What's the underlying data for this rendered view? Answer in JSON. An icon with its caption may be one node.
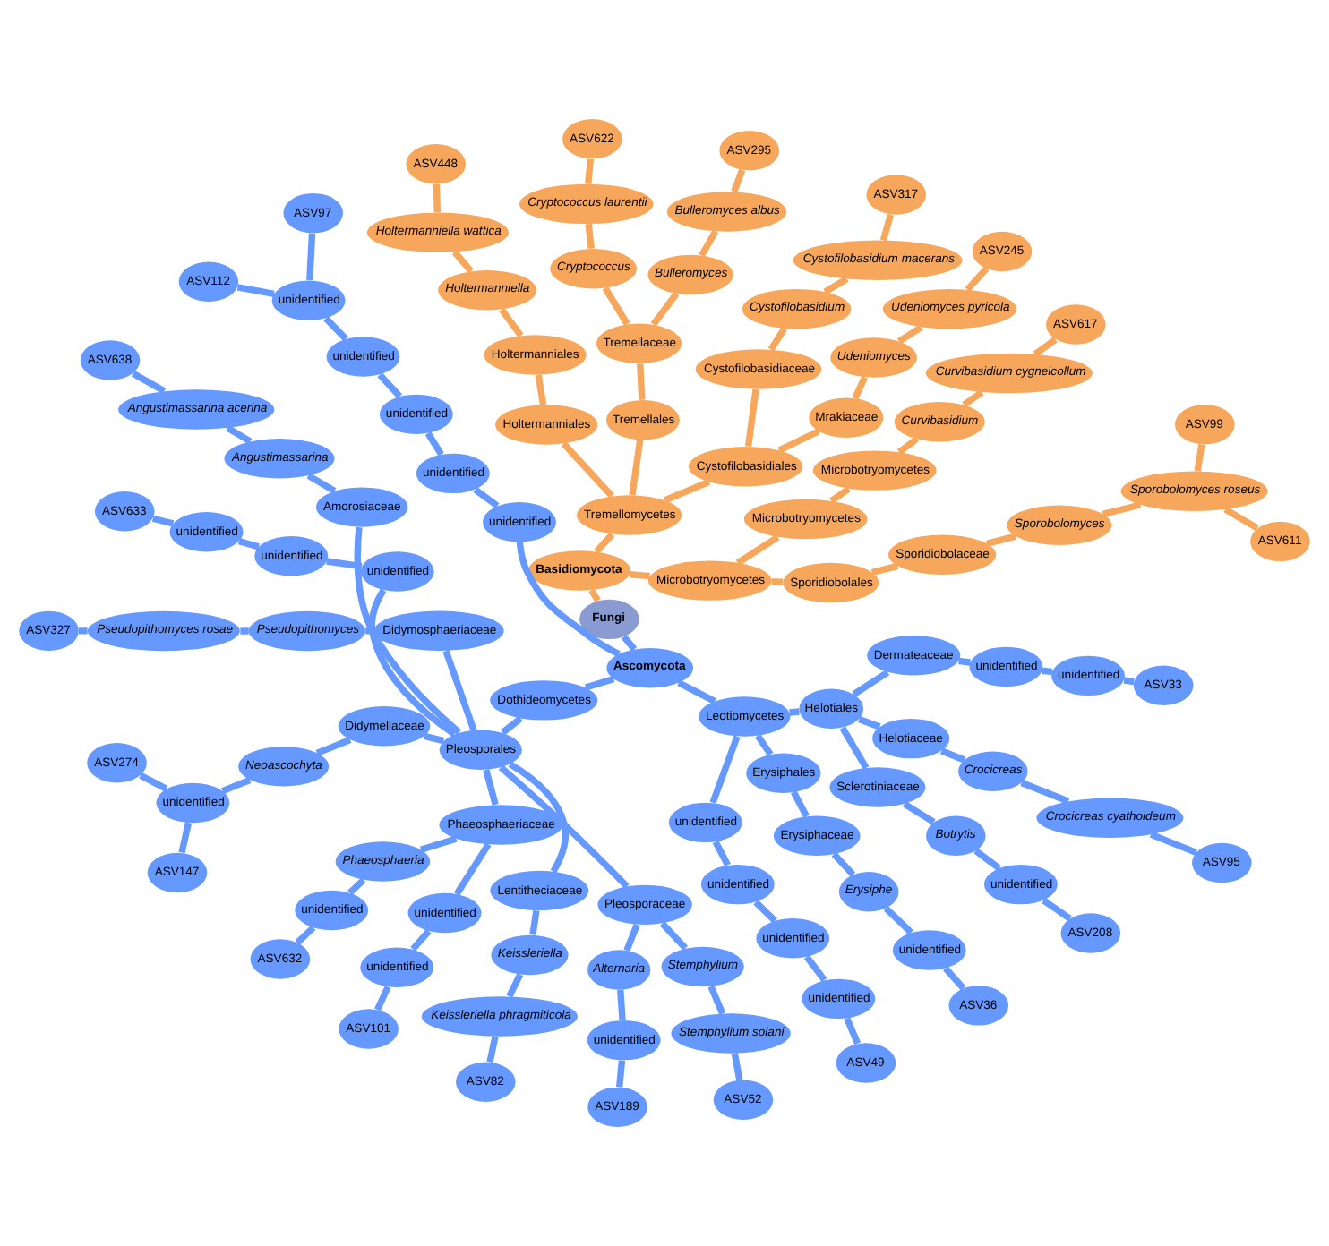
{
  "diagram": {
    "nodes": [
      {
        "text": [
          "Fungi"
        ]
      },
      {
        "text": [
          "Basidiomycota"
        ]
      },
      {
        "text": [
          "Microbotryomycetes"
        ]
      },
      {
        "text": [
          "Sporidiobolales"
        ]
      },
      {
        "text": [
          "Sporidiobolaceae"
        ]
      },
      {
        "text": [
          "Sporobolomyces"
        ]
      },
      {
        "text": [
          "Sporobolomyces roseus"
        ]
      },
      {
        "text": [
          "ASV611"
        ]
      },
      {
        "text": [
          "ASV99"
        ]
      },
      {
        "text": [
          "Microbotryomycetes"
        ]
      },
      {
        "text": [
          "Microbotryomycetes"
        ]
      },
      {
        "text": [
          "Curvibasidium"
        ]
      },
      {
        "text": [
          "Curvibasidium cygneicollum"
        ]
      },
      {
        "text": [
          "ASV617"
        ]
      },
      {
        "text": [
          "Tremellomycetes"
        ]
      },
      {
        "text": [
          "Cystofilobasidiales"
        ]
      },
      {
        "text": [
          "Mrakiaceae"
        ]
      },
      {
        "text": [
          "Udeniomyces"
        ]
      },
      {
        "text": [
          "Udeniomyces pyricola"
        ]
      },
      {
        "text": [
          "ASV245"
        ]
      },
      {
        "text": [
          "Cystofilobasidiaceae"
        ]
      },
      {
        "text": [
          "Cystofilobasidium"
        ]
      },
      {
        "text": [
          "Cystofilobasidium macerans"
        ]
      },
      {
        "text": [
          "ASV317"
        ]
      },
      {
        "text": [
          "Tremellales"
        ]
      },
      {
        "text": [
          "Tremellaceae"
        ]
      },
      {
        "text": [
          "Bulleromyces"
        ]
      },
      {
        "text": [
          "Bulleromyces albus"
        ]
      },
      {
        "text": [
          "ASV295"
        ]
      },
      {
        "text": [
          "Cryptococcus"
        ]
      },
      {
        "text": [
          "Cryptococcus laurentii"
        ]
      },
      {
        "text": [
          "ASV622"
        ]
      },
      {
        "text": [
          "Holtermanniales"
        ]
      },
      {
        "text": [
          "Holtermanniales"
        ]
      },
      {
        "text": [
          "Holtermanniella"
        ]
      },
      {
        "text": [
          "Holtermanniella wattica"
        ]
      },
      {
        "text": [
          "ASV448"
        ]
      },
      {
        "text": [
          "Ascomycota"
        ]
      },
      {
        "text": [
          "unidentified"
        ]
      },
      {
        "text": [
          "unidentified"
        ]
      },
      {
        "text": [
          "unidentified"
        ]
      },
      {
        "text": [
          "unidentified"
        ]
      },
      {
        "text": [
          "unidentified"
        ]
      },
      {
        "text": [
          "ASV97"
        ]
      },
      {
        "text": [
          "ASV112"
        ]
      },
      {
        "text": [
          "Dothideomycetes"
        ]
      },
      {
        "text": [
          "Pleosporales"
        ]
      },
      {
        "text": [
          "Amorosiaceae"
        ]
      },
      {
        "text": [
          "Angustimassarina"
        ]
      },
      {
        "text": [
          "Angustimassarina acerina"
        ]
      },
      {
        "text": [
          "ASV638"
        ]
      },
      {
        "text": [
          "unidentified"
        ]
      },
      {
        "text": [
          "unidentified"
        ]
      },
      {
        "text": [
          "unidentified"
        ]
      },
      {
        "text": [
          "ASV633"
        ]
      },
      {
        "text": [
          "Didymosphaeriaceae"
        ]
      },
      {
        "text": [
          "Pseudopithomyces"
        ]
      },
      {
        "text": [
          "Pseudopithomyces rosae"
        ]
      },
      {
        "text": [
          "ASV327"
        ]
      },
      {
        "text": [
          "Didymellaceae"
        ]
      },
      {
        "text": [
          "Neoascochyta"
        ]
      },
      {
        "text": [
          "unidentified"
        ]
      },
      {
        "text": [
          "ASV274"
        ]
      },
      {
        "text": [
          "ASV147"
        ]
      },
      {
        "text": [
          "Phaeosphaeriaceae"
        ]
      },
      {
        "text": [
          "Phaeosphaeria"
        ]
      },
      {
        "text": [
          "unidentified"
        ]
      },
      {
        "text": [
          "ASV632"
        ]
      },
      {
        "text": [
          "unidentified"
        ]
      },
      {
        "text": [
          "unidentified"
        ]
      },
      {
        "text": [
          "ASV101"
        ]
      },
      {
        "text": [
          "Lentitheciaceae"
        ]
      },
      {
        "text": [
          "Keissleriella"
        ]
      },
      {
        "text": [
          "Keissleriella phragmiticola"
        ]
      },
      {
        "text": [
          "ASV82"
        ]
      },
      {
        "text": [
          "Pleosporaceae"
        ]
      },
      {
        "text": [
          "Alternaria"
        ]
      },
      {
        "text": [
          "unidentified"
        ]
      },
      {
        "text": [
          "ASV189"
        ]
      },
      {
        "text": [
          "Stemphylium"
        ]
      },
      {
        "text": [
          "Stemphylium solani"
        ]
      },
      {
        "text": [
          "ASV52"
        ]
      },
      {
        "text": [
          "Leotiomycetes"
        ]
      },
      {
        "text": [
          "unidentified"
        ]
      },
      {
        "text": [
          "unidentified"
        ]
      },
      {
        "text": [
          "unidentified"
        ]
      },
      {
        "text": [
          "unidentified"
        ]
      },
      {
        "text": [
          "ASV49"
        ]
      },
      {
        "text": [
          "Erysiphales"
        ]
      },
      {
        "text": [
          "Erysiphaceae"
        ]
      },
      {
        "text": [
          "Erysiphe"
        ]
      },
      {
        "text": [
          "unidentified"
        ]
      },
      {
        "text": [
          "ASV36"
        ]
      },
      {
        "text": [
          "Helotiales"
        ]
      },
      {
        "text": [
          "Sclerotiniaceae"
        ]
      },
      {
        "text": [
          "Botrytis"
        ]
      },
      {
        "text": [
          "unidentified"
        ]
      },
      {
        "text": [
          "ASV208"
        ]
      },
      {
        "text": [
          "Helotiaceae"
        ]
      },
      {
        "text": [
          "Crocicreas"
        ]
      },
      {
        "text": [
          "Crocicreas cyathoideum"
        ]
      },
      {
        "text": [
          "ASV95"
        ]
      },
      {
        "text": [
          "Dermateaceae"
        ]
      },
      {
        "text": [
          "unidentified"
        ]
      },
      {
        "text": [
          "unidentified"
        ]
      },
      {
        "text": [
          "ASV33"
        ]
      }
    ],
    "edges": [
      {
        "from": 0,
        "to": 1,
        "arrow": "none",
        "color": "#f7a75c"
      },
      {
        "from": 1,
        "to": 2,
        "arrow": "none",
        "color": "#f7a75c"
      },
      {
        "from": 2,
        "to": 3,
        "arrow": "none",
        "color": "#f7a75c"
      },
      {
        "from": 3,
        "to": 4,
        "arrow": "none",
        "color": "#f7a75c"
      },
      {
        "from": 4,
        "to": 5,
        "arrow": "none",
        "color": "#f7a75c"
      },
      {
        "from": 5,
        "to": 6,
        "arrow": "none",
        "color": "#f7a75c"
      },
      {
        "from": 6,
        "to": 7,
        "arrow": "none",
        "color": "#f7a75c"
      },
      {
        "from": 6,
        "to": 8,
        "arrow": "none",
        "color": "#f7a75c"
      },
      {
        "from": 2,
        "to": 9,
        "arrow": "none",
        "color": "#f7a75c"
      },
      {
        "from": 9,
        "to": 10,
        "arrow": "none",
        "color": "#f7a75c"
      },
      {
        "from": 10,
        "to": 11,
        "arrow": "none",
        "color": "#f7a75c"
      },
      {
        "from": 11,
        "to": 12,
        "arrow": "none",
        "color": "#f7a75c"
      },
      {
        "from": 12,
        "to": 13,
        "arrow": "none",
        "color": "#f7a75c"
      },
      {
        "from": 1,
        "to": 14,
        "arrow": "none",
        "color": "#f7a75c"
      },
      {
        "from": 14,
        "to": 15,
        "arrow": "none",
        "color": "#f7a75c"
      },
      {
        "from": 15,
        "to": 16,
        "arrow": "none",
        "color": "#f7a75c"
      },
      {
        "from": 16,
        "to": 17,
        "arrow": "none",
        "color": "#f7a75c"
      },
      {
        "from": 17,
        "to": 18,
        "arrow": "none",
        "color": "#f7a75c"
      },
      {
        "from": 18,
        "to": 19,
        "arrow": "none",
        "color": "#f7a75c"
      },
      {
        "from": 15,
        "to": 20,
        "arrow": "none",
        "color": "#f7a75c"
      },
      {
        "from": 20,
        "to": 21,
        "arrow": "none",
        "color": "#f7a75c"
      },
      {
        "from": 21,
        "to": 22,
        "arrow": "none",
        "color": "#f7a75c"
      },
      {
        "from": 22,
        "to": 23,
        "arrow": "none",
        "color": "#f7a75c"
      },
      {
        "from": 14,
        "to": 24,
        "arrow": "none",
        "color": "#f7a75c"
      },
      {
        "from": 24,
        "to": 25,
        "arrow": "none",
        "color": "#f7a75c"
      },
      {
        "from": 25,
        "to": 26,
        "arrow": "none",
        "color": "#f7a75c"
      },
      {
        "from": 26,
        "to": 27,
        "arrow": "none",
        "color": "#f7a75c"
      },
      {
        "from": 27,
        "to": 28,
        "arrow": "none",
        "color": "#f7a75c"
      },
      {
        "from": 25,
        "to": 29,
        "arrow": "none",
        "color": "#f7a75c"
      },
      {
        "from": 29,
        "to": 30,
        "arrow": "none",
        "color": "#f7a75c"
      },
      {
        "from": 30,
        "to": 31,
        "arrow": "none",
        "color": "#f7a75c"
      },
      {
        "from": 14,
        "to": 32,
        "arrow": "none",
        "color": "#f7a75c"
      },
      {
        "from": 32,
        "to": 33,
        "arrow": "none",
        "color": "#f7a75c"
      },
      {
        "from": 33,
        "to": 34,
        "arrow": "none",
        "color": "#f7a75c"
      },
      {
        "from": 34,
        "to": 35,
        "arrow": "none",
        "color": "#f7a75c"
      },
      {
        "from": 35,
        "to": 36,
        "arrow": "none",
        "color": "#f7a75c"
      },
      {
        "from": 0,
        "to": 37,
        "arrow": "none"
      },
      {
        "from": 37,
        "to": 38,
        "arrow": "none"
      },
      {
        "from": 38,
        "to": 39,
        "arrow": "none"
      },
      {
        "from": 39,
        "to": 40,
        "arrow": "none"
      },
      {
        "from": 40,
        "to": 41,
        "arrow": "none"
      },
      {
        "from": 41,
        "to": 42,
        "arrow": "none"
      },
      {
        "from": 42,
        "to": 43,
        "arrow": "none"
      },
      {
        "from": 42,
        "to": 44,
        "arrow": "none"
      },
      {
        "from": 37,
        "to": 45,
        "arrow": "none"
      },
      {
        "from": 45,
        "to": 46,
        "arrow": "none"
      },
      {
        "from": 46,
        "to": 47,
        "arrow": "none"
      },
      {
        "from": 47,
        "to": 48,
        "arrow": "none"
      },
      {
        "from": 48,
        "to": 49,
        "arrow": "none"
      },
      {
        "from": 49,
        "to": 50,
        "arrow": "none"
      },
      {
        "from": 46,
        "to": 51,
        "arrow": "none"
      },
      {
        "from": 51,
        "to": 52,
        "arrow": "none"
      },
      {
        "from": 52,
        "to": 53,
        "arrow": "none"
      },
      {
        "from": 53,
        "to": 54,
        "arrow": "none"
      },
      {
        "from": 46,
        "to": 55,
        "arrow": "none"
      },
      {
        "from": 55,
        "to": 56,
        "arrow": "none"
      },
      {
        "from": 56,
        "to": 57,
        "arrow": "none"
      },
      {
        "from": 57,
        "to": 58,
        "arrow": "none"
      },
      {
        "from": 46,
        "to": 59,
        "arrow": "none"
      },
      {
        "from": 59,
        "to": 60,
        "arrow": "none"
      },
      {
        "from": 60,
        "to": 61,
        "arrow": "none"
      },
      {
        "from": 61,
        "to": 62,
        "arrow": "none"
      },
      {
        "from": 61,
        "to": 63,
        "arrow": "none"
      },
      {
        "from": 46,
        "to": 64,
        "arrow": "none"
      },
      {
        "from": 64,
        "to": 65,
        "arrow": "none"
      },
      {
        "from": 65,
        "to": 66,
        "arrow": "none"
      },
      {
        "from": 66,
        "to": 67,
        "arrow": "none"
      },
      {
        "from": 64,
        "to": 68,
        "arrow": "none"
      },
      {
        "from": 68,
        "to": 69,
        "arrow": "none"
      },
      {
        "from": 69,
        "to": 70,
        "arrow": "none"
      },
      {
        "from": 46,
        "to": 71,
        "arrow": "none"
      },
      {
        "from": 71,
        "to": 72,
        "arrow": "none"
      },
      {
        "from": 72,
        "to": 73,
        "arrow": "none"
      },
      {
        "from": 73,
        "to": 74,
        "arrow": "none"
      },
      {
        "from": 46,
        "to": 75,
        "arrow": "none"
      },
      {
        "from": 75,
        "to": 76,
        "arrow": "none"
      },
      {
        "from": 76,
        "to": 77,
        "arrow": "none"
      },
      {
        "from": 77,
        "to": 78,
        "arrow": "none"
      },
      {
        "from": 75,
        "to": 79,
        "arrow": "none"
      },
      {
        "from": 79,
        "to": 80,
        "arrow": "none"
      },
      {
        "from": 80,
        "to": 81,
        "arrow": "none"
      },
      {
        "from": 37,
        "to": 82,
        "arrow": "none"
      },
      {
        "from": 82,
        "to": 83,
        "arrow": "none"
      },
      {
        "from": 83,
        "to": 84,
        "arrow": "none"
      },
      {
        "from": 84,
        "to": 85,
        "arrow": "none"
      },
      {
        "from": 85,
        "to": 86,
        "arrow": "none"
      },
      {
        "from": 86,
        "to": 87,
        "arrow": "none"
      },
      {
        "from": 82,
        "to": 88,
        "arrow": "none"
      },
      {
        "from": 88,
        "to": 89,
        "arrow": "none"
      },
      {
        "from": 89,
        "to": 90,
        "arrow": "none"
      },
      {
        "from": 90,
        "to": 91,
        "arrow": "none"
      },
      {
        "from": 91,
        "to": 92,
        "arrow": "none"
      },
      {
        "from": 82,
        "to": 93,
        "arrow": "none"
      },
      {
        "from": 93,
        "to": 94,
        "arrow": "none"
      },
      {
        "from": 94,
        "to": 95,
        "arrow": "none"
      },
      {
        "from": 95,
        "to": 96,
        "arrow": "none"
      },
      {
        "from": 96,
        "to": 97,
        "arrow": "none"
      },
      {
        "from": 93,
        "to": 98,
        "arrow": "none"
      },
      {
        "from": 98,
        "to": 99,
        "arrow": "none"
      },
      {
        "from": 99,
        "to": 100,
        "arrow": "none"
      },
      {
        "from": 100,
        "to": 101,
        "arrow": "none"
      },
      {
        "from": 93,
        "to": 102,
        "arrow": "none"
      },
      {
        "from": 102,
        "to": 103,
        "arrow": "none"
      },
      {
        "from": 103,
        "to": 104,
        "arrow": "none"
      },
      {
        "from": 104,
        "to": 105,
        "arrow": "none"
      }
    ]
  }
}
